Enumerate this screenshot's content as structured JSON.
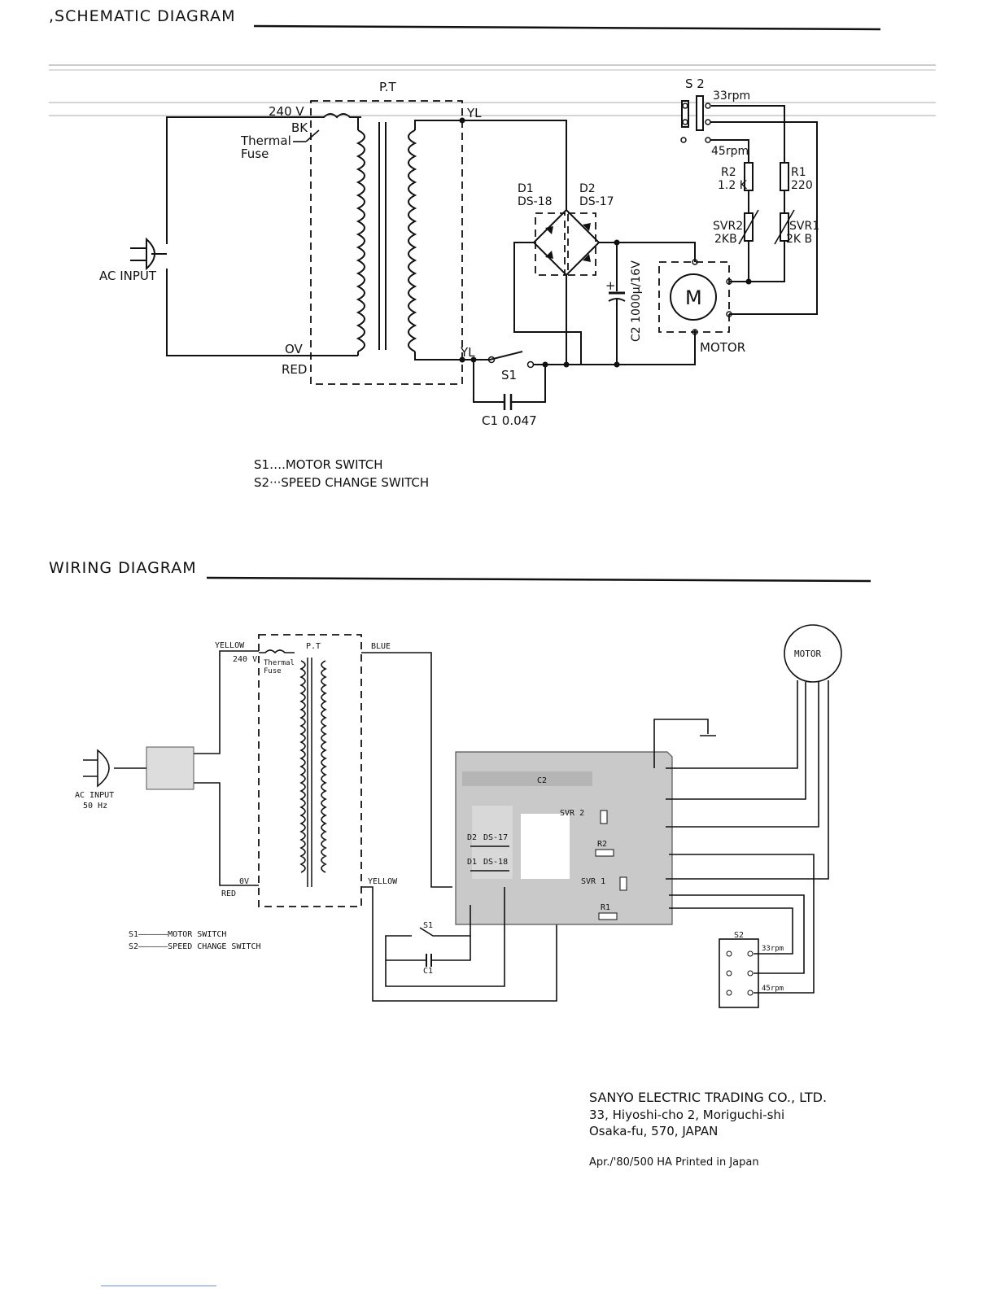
{
  "schematic": {
    "heading": ",SCHEMATIC DIAGRAM",
    "pt": "P.T",
    "v240": "240 V",
    "bk": "BK",
    "thermal": "Thermal",
    "fuse": "Fuse",
    "yl_top": "YL",
    "yl_bottom": "YL",
    "ov": "OV",
    "red": "RED",
    "ac_input": "AC INPUT",
    "d1": "D1",
    "d1_part": "DS-18",
    "d2": "D2",
    "d2_part": "DS-17",
    "c2": "C2 1000µ/16V",
    "c2_plus": "+",
    "motor_m": "M",
    "motor": "MOTOR",
    "s1": "S1",
    "c1": "C1 0.047",
    "s2": "S 2",
    "rpm33": "33rpm",
    "rpm45": "45rpm",
    "r2": "R2",
    "r2_val": "1.2 K",
    "r1": "R1",
    "r1_val": "220",
    "svr2": "SVR2",
    "svr2_val": "2KB",
    "svr1": "SVR1",
    "svr1_val": "2K B",
    "legend_s1": "S1….MOTOR  SWITCH",
    "legend_s2": "S2···SPEED  CHANGE  SWITCH"
  },
  "wiring": {
    "heading": "WIRING DIAGRAM",
    "yellow_top": "YELLOW",
    "v240": "240 V",
    "pt": "P.T",
    "thermal": "Thermal",
    "fuse": "Fuse",
    "blue": "BLUE",
    "motor": "MOTOR",
    "ac_input": "AC  INPUT",
    "hz": "50 Hz",
    "ov": "0V",
    "red": "RED",
    "yellow_bottom": "YELLOW",
    "c2": "C2",
    "svr2": "SVR 2",
    "r2": "R2",
    "d2": "D2",
    "d2_part": "DS-17",
    "d1": "D1",
    "d1_part": "DS-18",
    "svr1": "SVR 1",
    "r1": "R1",
    "s1": "S1",
    "c1": "C1",
    "s2": "S2",
    "rpm33": "33rpm",
    "rpm45": "45rpm",
    "legend_s1": "S1——————MOTOR  SWITCH",
    "legend_s2": "S2——————SPEED  CHANGE  SWITCH"
  },
  "footer": {
    "company": "SANYO ELECTRIC TRADING CO., LTD.",
    "address1": "33, Hiyoshi-cho 2, Moriguchi-shi",
    "address2": "Osaka-fu, 570, JAPAN",
    "print_info": "Apr./'80/500  HA  Printed in Japan"
  }
}
